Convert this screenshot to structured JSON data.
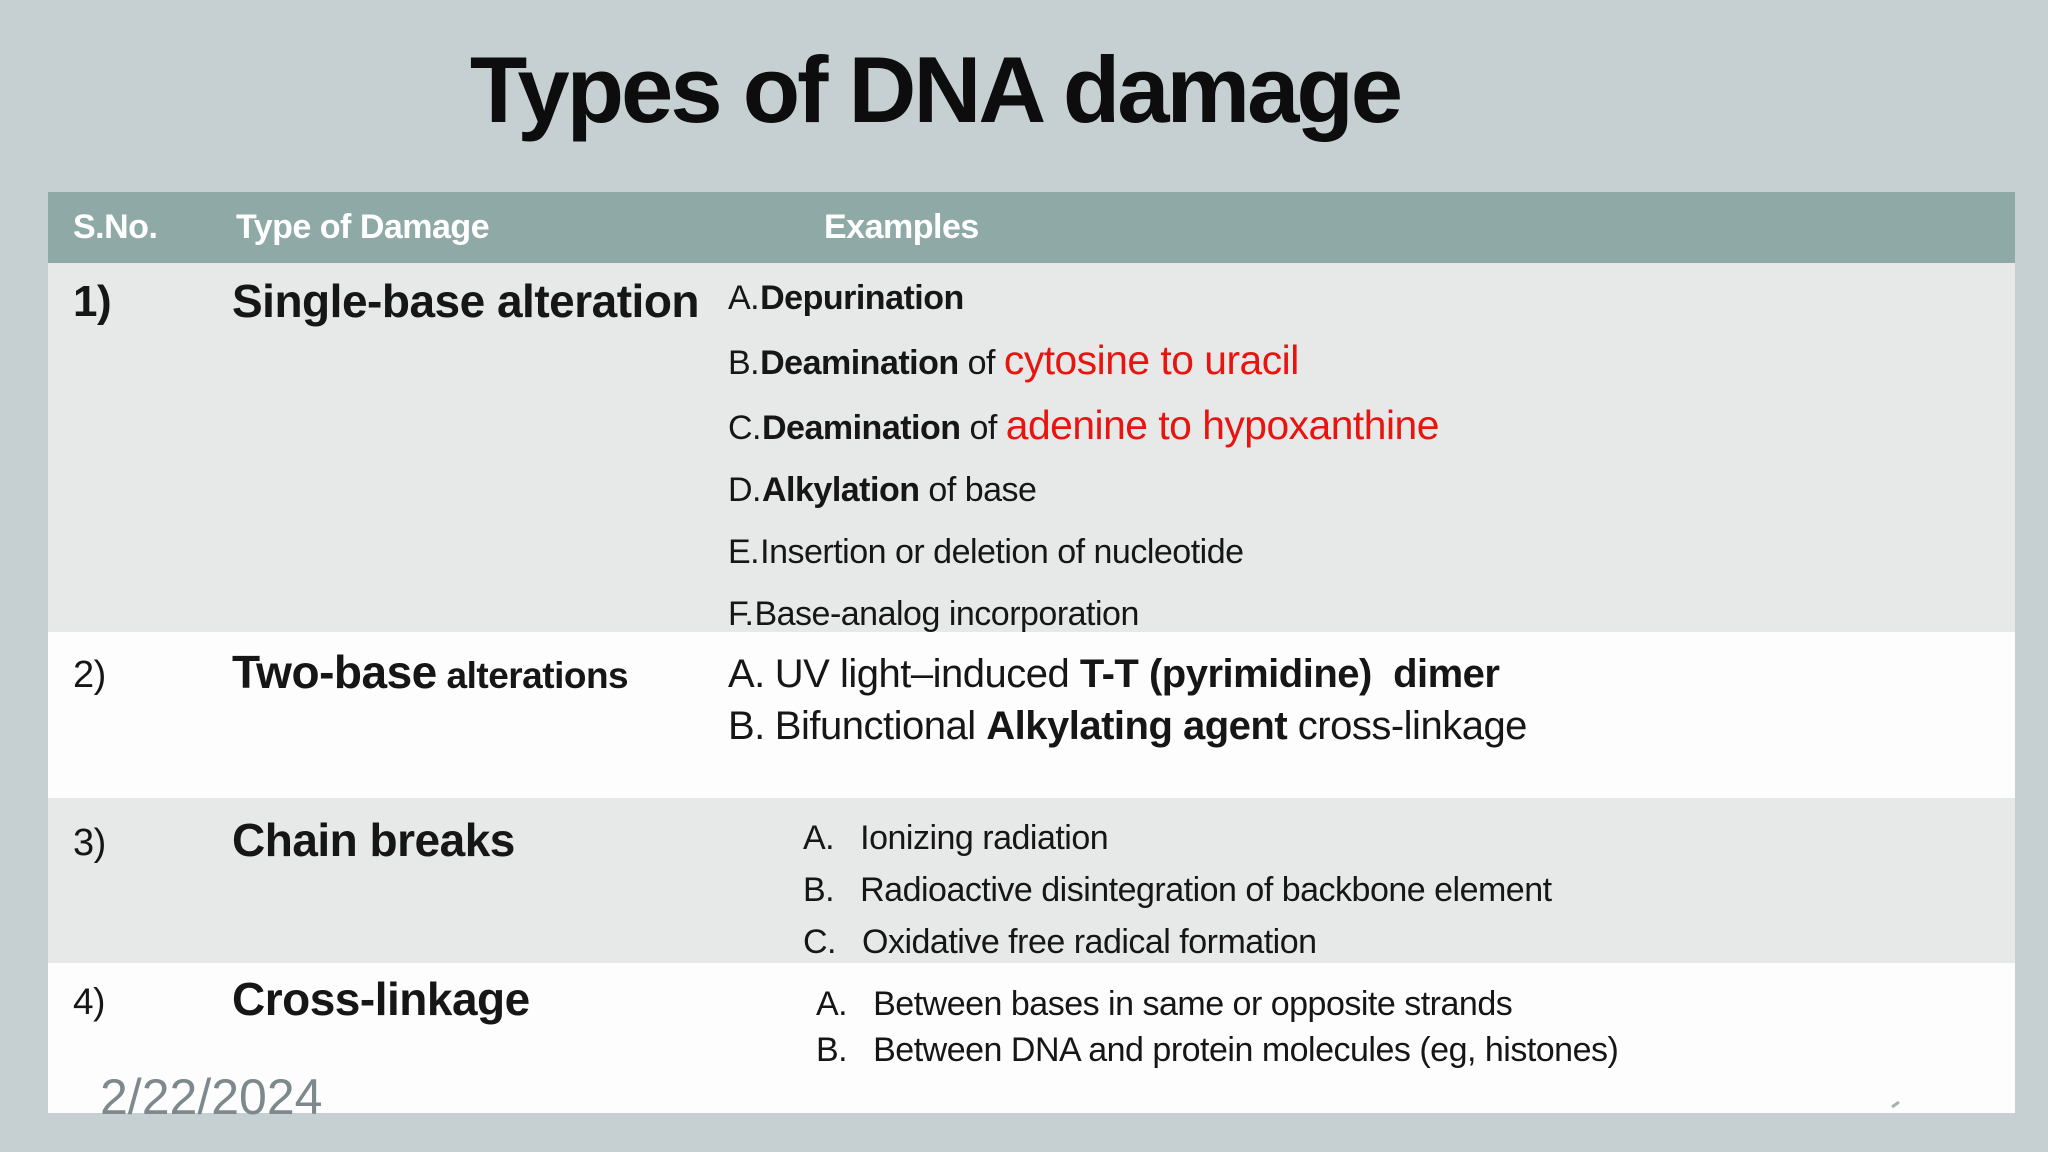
{
  "slide": {
    "title": "Types of DNA damage",
    "date": "2/22/2024"
  },
  "colors": {
    "background": "#c6d0d3",
    "header_bg": "#8faaa6",
    "row_gray": "#e7e8e8",
    "row_white": "#fdfdfd",
    "text": "#161616",
    "red": "#e81410",
    "date_gray": "#7e898d"
  },
  "table": {
    "headers": [
      "S.No.",
      "Type of Damage",
      "Examples"
    ],
    "rows": [
      {
        "num": "1)",
        "type": [
          {
            "t": "Single-base alteration",
            "s": "lg"
          }
        ],
        "examples": [
          {
            "label": "A.",
            "segments": [
              {
                "t": "Depurination",
                "s": "b"
              }
            ]
          },
          {
            "label": "B.",
            "segments": [
              {
                "t": "Deamination",
                "s": "b"
              },
              {
                "t": " of ",
                "s": "n"
              },
              {
                "t": "cytosine to uracil",
                "s": "r"
              }
            ]
          },
          {
            "label": "C.",
            "segments": [
              {
                "t": "Deamination",
                "s": "b"
              },
              {
                "t": " of ",
                "s": "n"
              },
              {
                "t": "adenine to hypoxanthine",
                "s": "r"
              }
            ]
          },
          {
            "label": "D.",
            "segments": [
              {
                "t": "Alkylation",
                "s": "b"
              },
              {
                "t": " of base",
                "s": "n"
              }
            ]
          },
          {
            "label": "E.",
            "segments": [
              {
                "t": "Insertion or deletion of nucleotide",
                "s": "n"
              }
            ]
          },
          {
            "label": "F.",
            "segments": [
              {
                "t": "Base-analog incorporation",
                "s": "n"
              }
            ]
          }
        ]
      },
      {
        "num": "2)",
        "type": [
          {
            "t": "Two-base",
            "s": "lg"
          },
          {
            "t": " alterations",
            "s": "sm"
          }
        ],
        "examples": [
          {
            "label": "A.",
            "segments": [
              {
                "t": "UV light–induced ",
                "s": "n"
              },
              {
                "t": "T-T (pyrimidine)  dimer",
                "s": "b"
              }
            ]
          },
          {
            "label": "B.",
            "segments": [
              {
                "t": "Bifunctional ",
                "s": "n"
              },
              {
                "t": "Alkylating agent",
                "s": "b"
              },
              {
                "t": " cross-linkage",
                "s": "n"
              }
            ]
          }
        ]
      },
      {
        "num": "3)",
        "type": [
          {
            "t": "Chain breaks",
            "s": "lg"
          }
        ],
        "examples": [
          {
            "label": "A.",
            "segments": [
              {
                "t": "Ionizing radiation",
                "s": "n"
              }
            ]
          },
          {
            "label": "B.",
            "segments": [
              {
                "t": "Radioactive disintegration of backbone element",
                "s": "n"
              }
            ]
          },
          {
            "label": "C.",
            "segments": [
              {
                "t": "Oxidative free radical formation",
                "s": "n"
              }
            ]
          }
        ]
      },
      {
        "num": "4)",
        "type": [
          {
            "t": "Cross-linkage",
            "s": "lg"
          }
        ],
        "examples": [
          {
            "label": "A.",
            "segments": [
              {
                "t": "Between bases in same or opposite strands",
                "s": "n"
              }
            ]
          },
          {
            "label": "B.",
            "segments": [
              {
                "t": "Between DNA and protein molecules (eg, histones)",
                "s": "n"
              }
            ]
          }
        ]
      }
    ]
  }
}
